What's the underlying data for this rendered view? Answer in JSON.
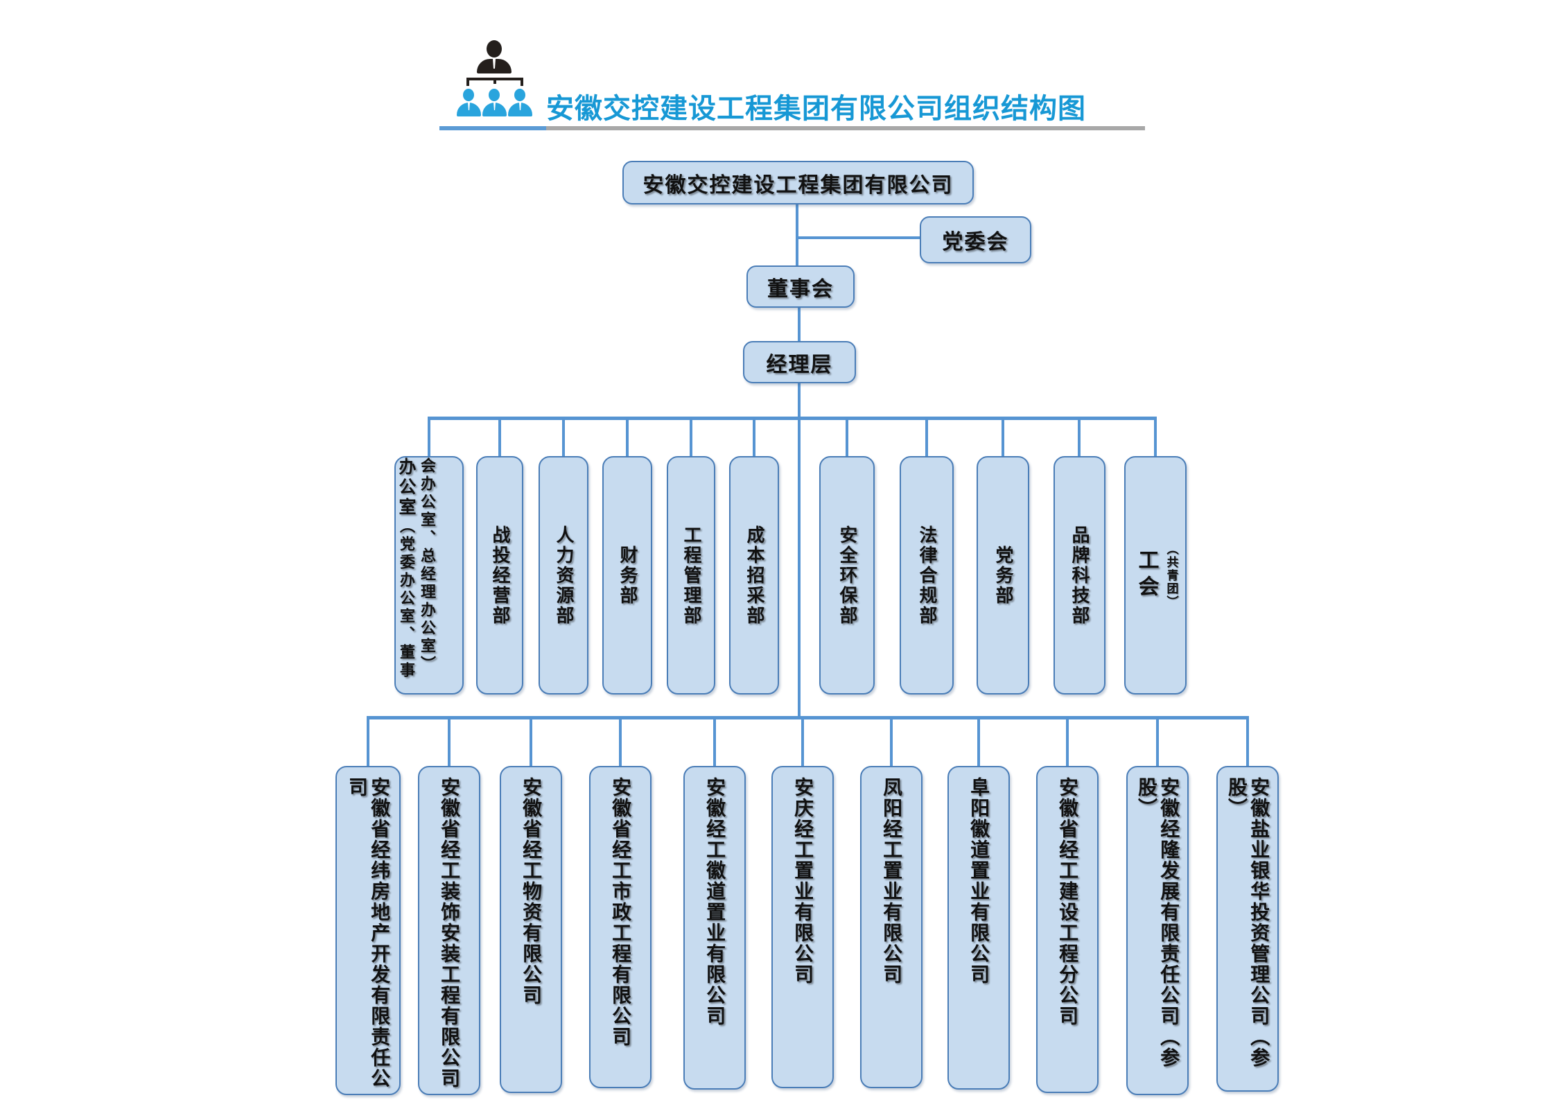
{
  "header": {
    "title": "安徽交控建设工程集团有限公司组织结构图"
  },
  "nodes": {
    "company": "安徽交控建设工程集团有限公司",
    "party": "党委会",
    "board": "董事会",
    "management": "经理层"
  },
  "departments": [
    {
      "main": "办公室",
      "detail": "（党委办公室、董事会办公室、总经理办公室）"
    },
    {
      "label": "战投经营部"
    },
    {
      "label": "人力资源部"
    },
    {
      "label": "财务部"
    },
    {
      "label": "工程管理部"
    },
    {
      "label": "成本招采部"
    },
    {
      "label": "安全环保部"
    },
    {
      "label": "法律合规部"
    },
    {
      "label": "党务部"
    },
    {
      "label": "品牌科技部"
    },
    {
      "main": "工会",
      "detail": "（共青团）"
    }
  ],
  "subsidiaries": [
    {
      "label": "安徽省经纬房地产开发有限责任公司"
    },
    {
      "label": "安徽省经工装饰安装工程有限公司"
    },
    {
      "label": "安徽省经工物资有限公司"
    },
    {
      "label": "安徽省经工市政工程有限公司"
    },
    {
      "label": "安徽经工徽道置业有限公司"
    },
    {
      "label": "安庆经工置业有限公司"
    },
    {
      "label": "凤阳经工置业有限公司"
    },
    {
      "label": "阜阳徽道置业有限公司"
    },
    {
      "label": "安徽省经工建设工程分公司"
    },
    {
      "label": "安徽经隆发展有限责任公司（参股）"
    },
    {
      "label": "安徽盐业银华投资管理公司（参股）"
    }
  ],
  "colors": {
    "box_fill": "#c7dbef",
    "box_border": "#4a7db7",
    "connector": "#5694d2",
    "title_text": "#1798d5",
    "underline_accent": "#5b9bd5",
    "underline_gray": "#a8a8a8",
    "icon_dark": "#241f1c",
    "icon_blue": "#29a4dd"
  }
}
